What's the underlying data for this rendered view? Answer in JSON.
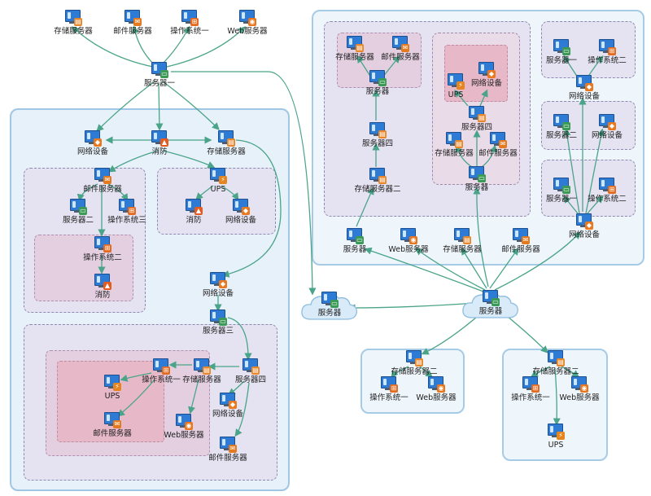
{
  "labels": {
    "storage_server": "存储服务器",
    "mail_server": "邮件服务器",
    "os_one": "操作系统一",
    "os_two": "操作系统二",
    "os_three": "操作系统三",
    "web_server": "Web服务器",
    "server_one": "服务器一",
    "server_two": "服务器二",
    "server_three": "服务器三",
    "server_four": "服务器四",
    "server": "服务器",
    "network_device": "网络设备",
    "fire_protection": "消防",
    "ups": "UPS",
    "storage_server_two": "存储服务器二"
  },
  "nodes": [
    {
      "id": "t1",
      "label": "存储服务器",
      "icon": "db"
    },
    {
      "id": "t2",
      "label": "邮件服务器",
      "icon": "mail"
    },
    {
      "id": "t3",
      "label": "操作系统一",
      "icon": "win"
    },
    {
      "id": "t4",
      "label": "Web服务器",
      "icon": "web"
    },
    {
      "id": "s1",
      "label": "服务器一",
      "icon": "server"
    },
    {
      "id": "l_net",
      "label": "网络设备",
      "icon": "shield"
    },
    {
      "id": "l_fire",
      "label": "消防",
      "icon": "fire"
    },
    {
      "id": "l_stor",
      "label": "存储服务器",
      "icon": "db"
    },
    {
      "id": "l_mail",
      "label": "邮件服务器",
      "icon": "mail"
    },
    {
      "id": "l_srv2",
      "label": "服务器二",
      "icon": "server"
    },
    {
      "id": "l_os3",
      "label": "操作系统三",
      "icon": "win"
    },
    {
      "id": "l_os2",
      "label": "操作系统二",
      "icon": "win"
    },
    {
      "id": "l_fire2",
      "label": "消防",
      "icon": "fire"
    },
    {
      "id": "l_ups",
      "label": "UPS",
      "icon": "ups"
    },
    {
      "id": "l_fire3",
      "label": "消防",
      "icon": "fire"
    },
    {
      "id": "l_net2",
      "label": "网络设备",
      "icon": "shield"
    },
    {
      "id": "l_net3",
      "label": "网络设备",
      "icon": "shield"
    },
    {
      "id": "l_srv3",
      "label": "服务器三",
      "icon": "server"
    },
    {
      "id": "l_srv4",
      "label": "服务器四",
      "icon": "db"
    },
    {
      "id": "l_stor2",
      "label": "存储服务器",
      "icon": "db"
    },
    {
      "id": "l_os1",
      "label": "操作系统一",
      "icon": "win"
    },
    {
      "id": "l_ups2",
      "label": "UPS",
      "icon": "ups"
    },
    {
      "id": "l_mail2",
      "label": "邮件服务器",
      "icon": "mail"
    },
    {
      "id": "l_web",
      "label": "Web服务器",
      "icon": "web"
    },
    {
      "id": "l_net4",
      "label": "网络设备",
      "icon": "shield"
    },
    {
      "id": "l_mail3",
      "label": "邮件服务器",
      "icon": "mail"
    },
    {
      "id": "r_stor",
      "label": "存储服务器",
      "icon": "db"
    },
    {
      "id": "r_mail",
      "label": "邮件服务器",
      "icon": "mail"
    },
    {
      "id": "r_srv",
      "label": "服务器",
      "icon": "server"
    },
    {
      "id": "r_srv4",
      "label": "服务器四",
      "icon": "db"
    },
    {
      "id": "r_stor2",
      "label": "存储服务器二",
      "icon": "db"
    },
    {
      "id": "r_ups",
      "label": "UPS",
      "icon": "ups"
    },
    {
      "id": "r_net",
      "label": "网络设备",
      "icon": "shield"
    },
    {
      "id": "r_srv4b",
      "label": "服务器四",
      "icon": "db"
    },
    {
      "id": "r_stor3",
      "label": "存储服务器",
      "icon": "db"
    },
    {
      "id": "r_mail2",
      "label": "邮件服务器",
      "icon": "mail"
    },
    {
      "id": "r_srv_b",
      "label": "服务器",
      "icon": "server"
    },
    {
      "id": "r_s1",
      "label": "服务器一",
      "icon": "server"
    },
    {
      "id": "r_os2",
      "label": "操作系统二",
      "icon": "win"
    },
    {
      "id": "r_net2",
      "label": "网络设备",
      "icon": "shield"
    },
    {
      "id": "r_s2",
      "label": "服务器二",
      "icon": "server"
    },
    {
      "id": "r_net3",
      "label": "网络设备",
      "icon": "shield"
    },
    {
      "id": "r_s1b",
      "label": "服务器一",
      "icon": "server"
    },
    {
      "id": "r_os2b",
      "label": "操作系统二",
      "icon": "win"
    },
    {
      "id": "r_net4",
      "label": "网络设备",
      "icon": "shield"
    },
    {
      "id": "r_srv_c",
      "label": "服务器",
      "icon": "server"
    },
    {
      "id": "r_web",
      "label": "Web服务器",
      "icon": "web"
    },
    {
      "id": "r_stor4",
      "label": "存储服务器",
      "icon": "db"
    },
    {
      "id": "r_mail3",
      "label": "邮件服务器",
      "icon": "mail"
    },
    {
      "id": "c_srv1",
      "label": "服务器",
      "icon": "server"
    },
    {
      "id": "c_srv2",
      "label": "服务器",
      "icon": "server"
    },
    {
      "id": "b1_stor2",
      "label": "存储服务器二",
      "icon": "db"
    },
    {
      "id": "b1_os1",
      "label": "操作系统一",
      "icon": "win"
    },
    {
      "id": "b1_web",
      "label": "Web服务器",
      "icon": "web"
    },
    {
      "id": "b2_stor2",
      "label": "存储服务器二",
      "icon": "db"
    },
    {
      "id": "b2_os1",
      "label": "操作系统一",
      "icon": "win"
    },
    {
      "id": "b2_web",
      "label": "Web服务器",
      "icon": "web"
    },
    {
      "id": "b2_ups",
      "label": "UPS",
      "icon": "ups"
    }
  ],
  "colors": {
    "edge": "#4aa489",
    "outer_fill": "#e7f1fa",
    "outer_border": "#9fc6e4",
    "dash_fill": "#e5e3f1",
    "inner_fill": "#e3cfe0",
    "red_fill": "#e6b8c8"
  }
}
